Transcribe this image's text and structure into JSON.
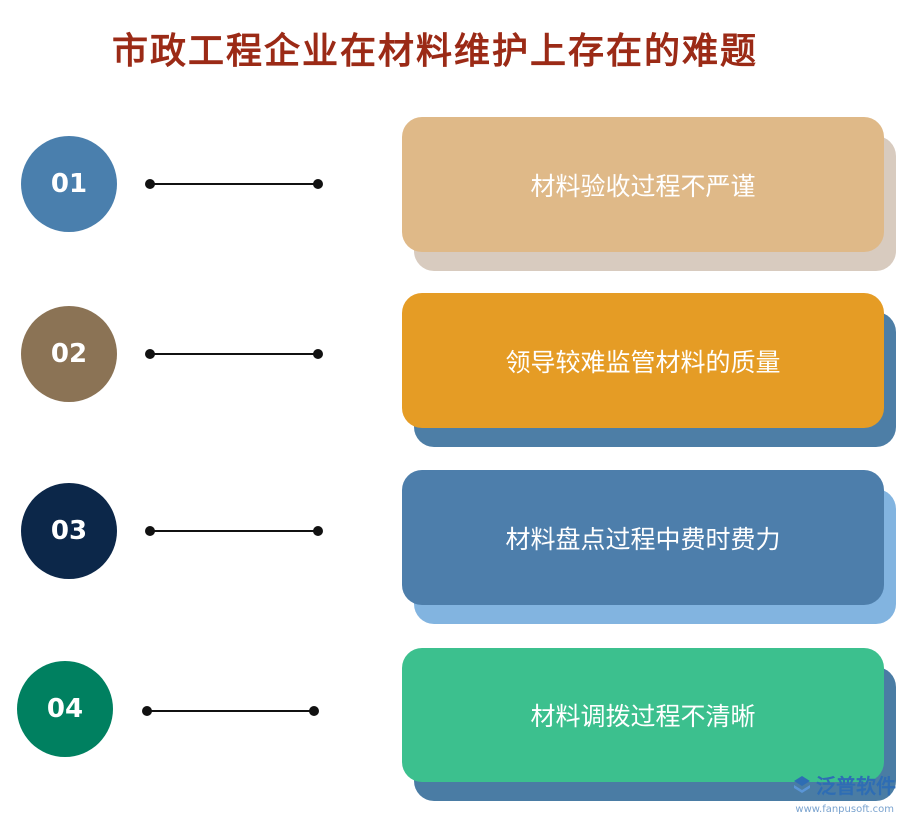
{
  "title": "市政工程企业在材料维护上存在的难题",
  "items": [
    {
      "number": "01",
      "text": "材料验收过程不严谨",
      "circle_color": "#4a7fad",
      "card_color": "#dfb988",
      "shadow_color": "#d8cbbf"
    },
    {
      "number": "02",
      "text": "领导较难监管材料的质量",
      "circle_color": "#8b7355",
      "card_color": "#e59c25",
      "shadow_color": "#4d7ea6"
    },
    {
      "number": "03",
      "text": "材料盘点过程中费时费力",
      "circle_color": "#0c2749",
      "card_color": "#4d7eab",
      "shadow_color": "#82b4e0"
    },
    {
      "number": "04",
      "text": "材料调拨过程不清晰",
      "circle_color": "#008060",
      "card_color": "#3cc08e",
      "shadow_color": "#4a7ca4"
    }
  ],
  "logo": {
    "text": "泛普软件",
    "url": "www.fanpusoft.com"
  }
}
